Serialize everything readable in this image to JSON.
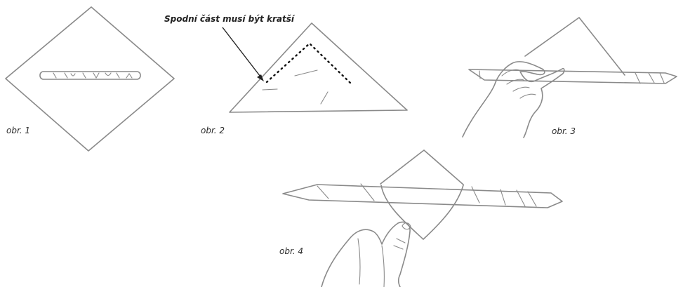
{
  "instruction_note": "Spodní část musí být kratší",
  "steps": [
    {
      "label": "obr. 1"
    },
    {
      "label": "obr. 2"
    },
    {
      "label": "obr. 3"
    },
    {
      "label": "obr. 4"
    }
  ],
  "colors": {
    "line": "#8a8a8a",
    "text": "#2b2b2b",
    "arrow": "#222222",
    "dotted_fold_line": "#111111"
  }
}
